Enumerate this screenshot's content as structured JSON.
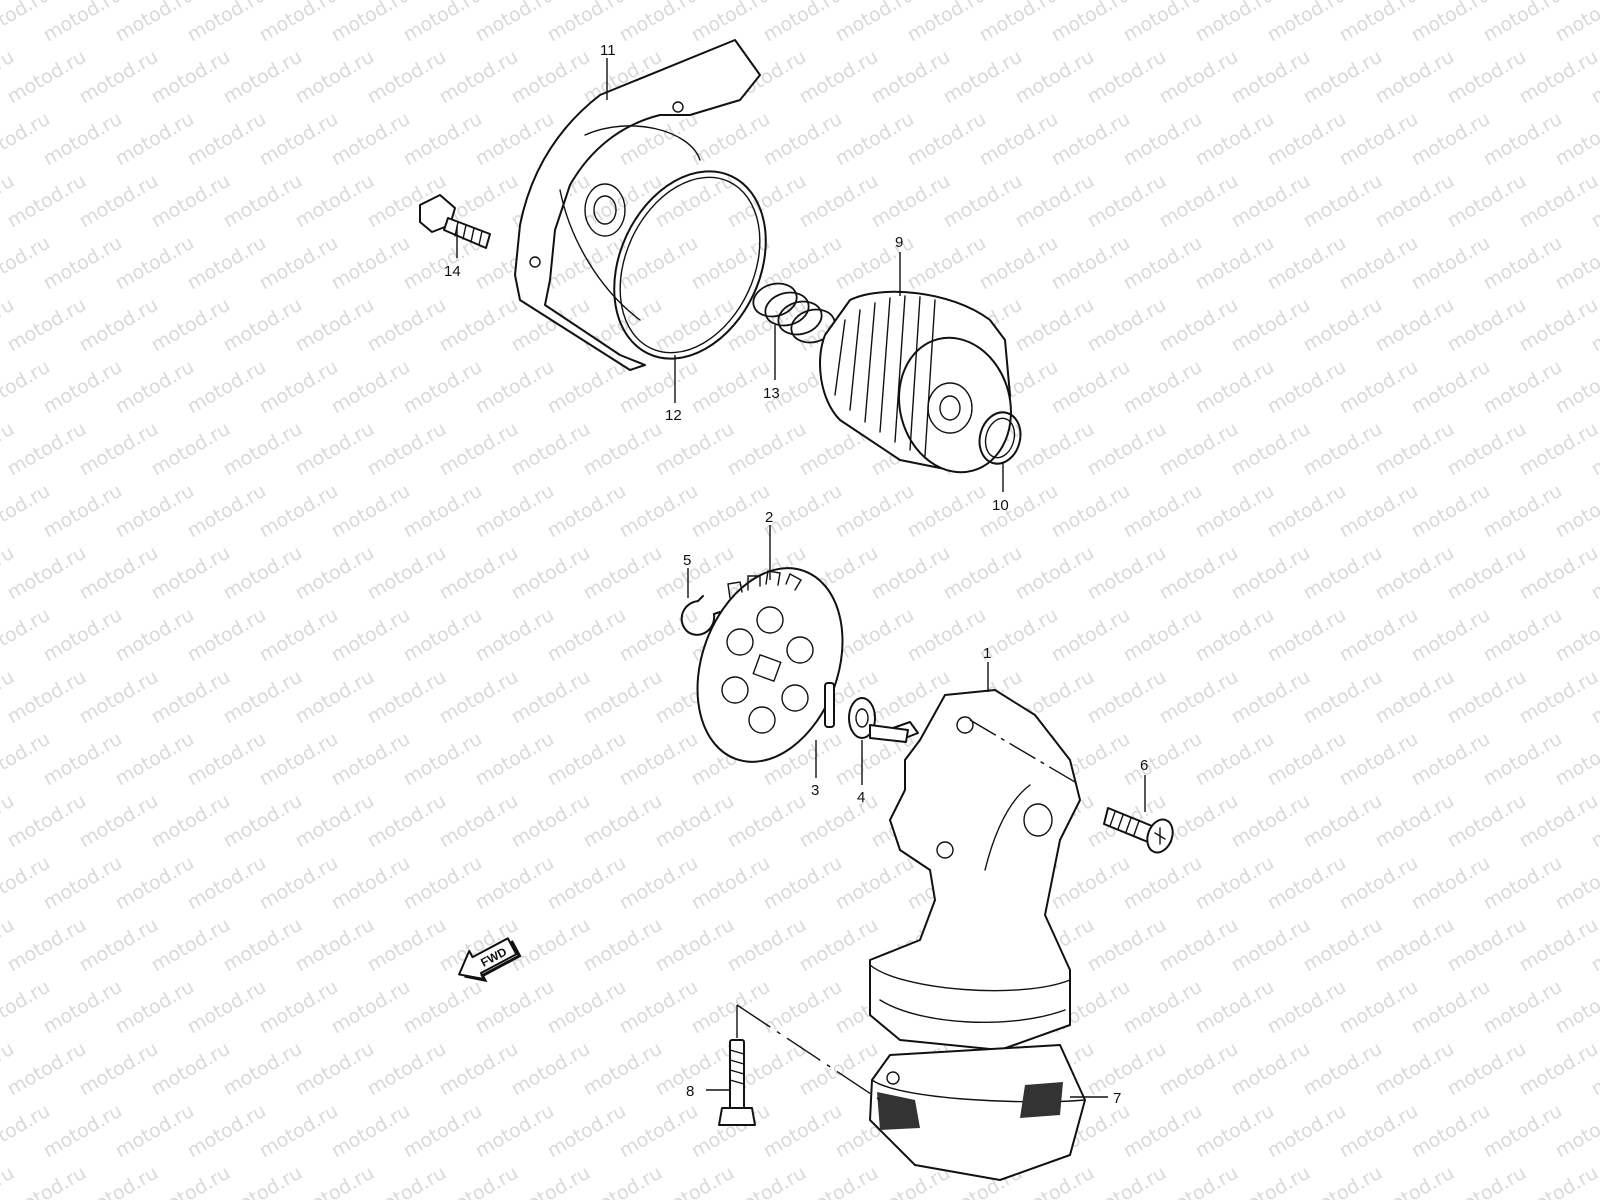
{
  "watermark": {
    "text": "motod.ru",
    "color": "#d9d9d9"
  },
  "direction_arrow": {
    "label": "FWD"
  },
  "callouts": [
    {
      "id": "1",
      "label": "1"
    },
    {
      "id": "2",
      "label": "2"
    },
    {
      "id": "3",
      "label": "3"
    },
    {
      "id": "4",
      "label": "4"
    },
    {
      "id": "5",
      "label": "5"
    },
    {
      "id": "6",
      "label": "6"
    },
    {
      "id": "7",
      "label": "7"
    },
    {
      "id": "8",
      "label": "8"
    },
    {
      "id": "9",
      "label": "9"
    },
    {
      "id": "10",
      "label": "10"
    },
    {
      "id": "11",
      "label": "11"
    },
    {
      "id": "12",
      "label": "12"
    },
    {
      "id": "13",
      "label": "13"
    },
    {
      "id": "14",
      "label": "14"
    }
  ]
}
